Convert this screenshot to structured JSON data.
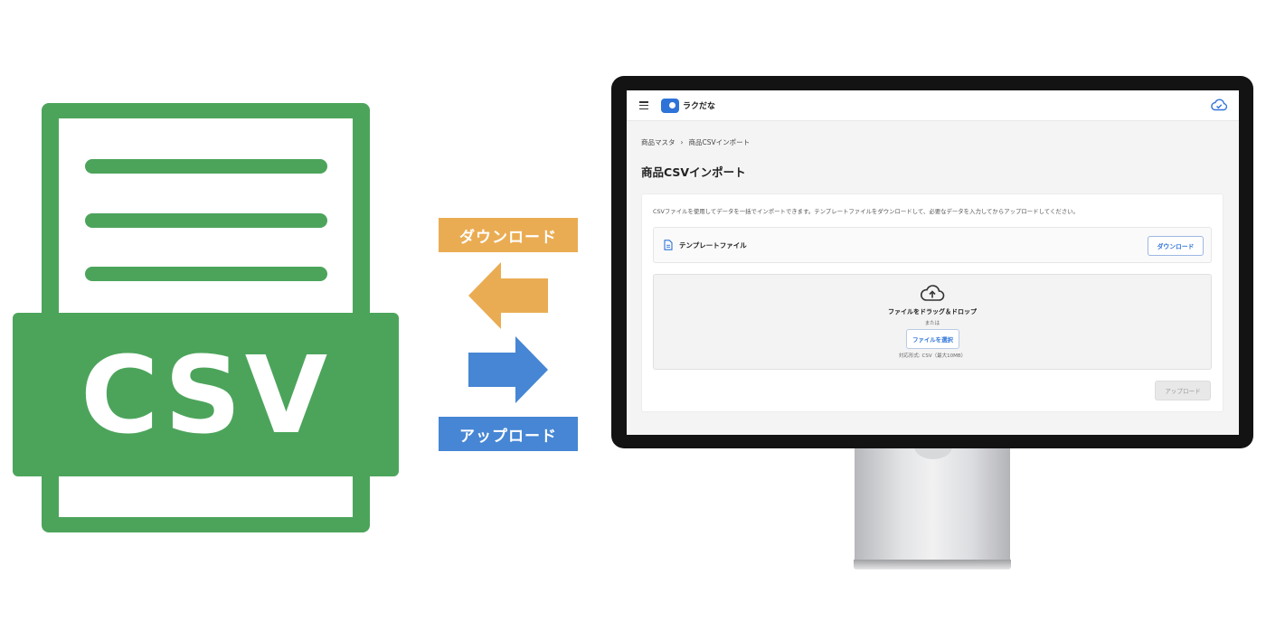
{
  "csv_icon": {
    "text": "CSV",
    "color": "#4ca45b"
  },
  "arrows": {
    "download_label": "ダウンロード",
    "upload_label": "アップロード",
    "download_color": "#eaac53",
    "upload_color": "#4686d4",
    "download_icon": "arrow-left-icon",
    "upload_icon": "arrow-right-icon"
  },
  "app": {
    "brand": "ラクだな",
    "brand_color": "#2e73d8",
    "breadcrumb": [
      "商品マスタ",
      "商品CSVインポート"
    ],
    "breadcrumb_separator": "›",
    "page_title": "商品CSVインポート",
    "description": "CSVファイルを使用してデータを一括でインポートできます。テンプレートファイルをダウンロードして、必要なデータを入力してからアップロードしてください。",
    "template": {
      "label": "テンプレートファイル",
      "download_button": "ダウンロード"
    },
    "dropzone": {
      "title": "ファイルをドラッグ＆ドロップ",
      "or_text": "または",
      "select_button": "ファイルを選択",
      "note": "対応形式: CSV（最大10MB）"
    },
    "upload_button": "アップロード"
  }
}
